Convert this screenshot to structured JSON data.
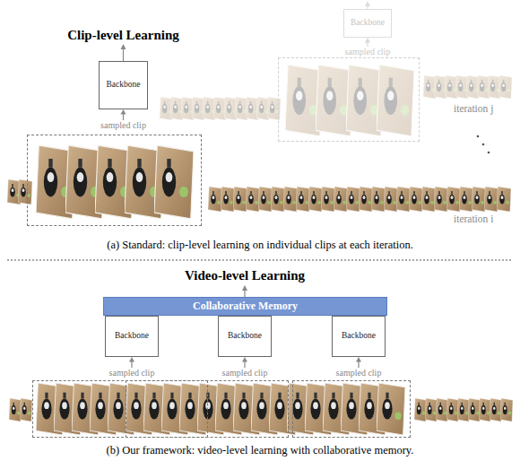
{
  "diagram": {
    "nodes": [
      {
        "text": [
          "Backbone"
        ]
      },
      {
        "text": [
          "sampled clip"
        ]
      },
      {
        "text": [
          "Backbone"
        ]
      },
      {
        "text": [
          "sampled clip"
        ]
      },
      {
        "text": [
          "Collaborative Memory"
        ]
      },
      {
        "text": [
          "Backbone"
        ]
      },
      {
        "text": [
          "Backbone"
        ]
      },
      {
        "text": [
          "Backbone"
        ]
      },
      {
        "text": [
          "sampled clip"
        ]
      },
      {
        "text": [
          "sampled clip"
        ]
      },
      {
        "text": [
          "sampled clip"
        ]
      }
    ],
    "edges": [
      {
        "from": 1,
        "to": 0,
        "arrow": "to"
      },
      {
        "from": 3,
        "to": 2,
        "arrow": "to"
      },
      {
        "from": 8,
        "to": 5,
        "arrow": "to"
      },
      {
        "from": 9,
        "to": 6,
        "arrow": "to"
      },
      {
        "from": 10,
        "to": 7,
        "arrow": "to"
      }
    ],
    "labels": [
      "Clip-level Learning",
      "iteration j",
      "iteration i",
      "(a) Standard: clip-level learning on individual clips at each iteration.",
      "Video-level Learning",
      "(b) Our framework: video-level learning with collaborative memory."
    ]
  }
}
